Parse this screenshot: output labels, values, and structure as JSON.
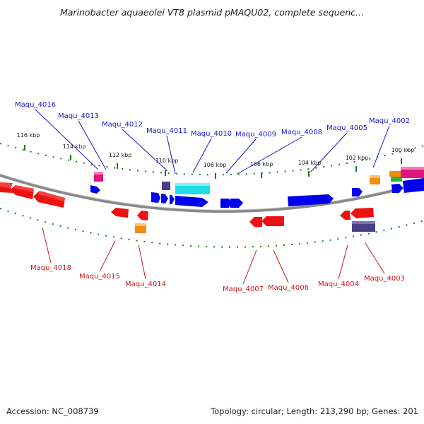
{
  "title": "Marinobacter aquaeolei VT8 plasmid pMAQU02, complete sequenc...",
  "accession": "Accession: NC_008739",
  "topology": "Topology: circular; Length: 213,290 bp; Genes: 201",
  "colors": {
    "forward_gene": "#0000ee",
    "reverse_gene": "#ee1111",
    "backbone": "#888888",
    "tick": "#1a7a1a",
    "label_forward": "#1818c8",
    "label_reverse": "#c81818",
    "feature_magenta": "#e0167e",
    "feature_orange": "#f08c10",
    "feature_cyan": "#22dde6",
    "feature_purple": "#4a3e88",
    "feature_green": "#33b033"
  },
  "kbp_ticks": [
    {
      "label": "116 kbp"
    },
    {
      "label": "114 kbp"
    },
    {
      "label": "112 kbp"
    },
    {
      "label": "110 kbp"
    },
    {
      "label": "108 kbp"
    },
    {
      "label": "106 kbp"
    },
    {
      "label": "104 kbp"
    },
    {
      "label": "102 kbp"
    },
    {
      "label": "100 kbp"
    }
  ],
  "genes_forward": [
    {
      "label": "Maqu_4016"
    },
    {
      "label": "Maqu_4013"
    },
    {
      "label": "Maqu_4012"
    },
    {
      "label": "Maqu_4011"
    },
    {
      "label": "Maqu_4010"
    },
    {
      "label": "Maqu_4009"
    },
    {
      "label": "Maqu_4008"
    },
    {
      "label": "Maqu_4005"
    },
    {
      "label": "Maqu_4002"
    }
  ],
  "genes_reverse": [
    {
      "label": "Maqu_4018"
    },
    {
      "label": "Maqu_4015"
    },
    {
      "label": "Maqu_4014"
    },
    {
      "label": "Maqu_4007"
    },
    {
      "label": "Maqu_4006"
    },
    {
      "label": "Maqu_4004"
    },
    {
      "label": "Maqu_4003"
    }
  ]
}
